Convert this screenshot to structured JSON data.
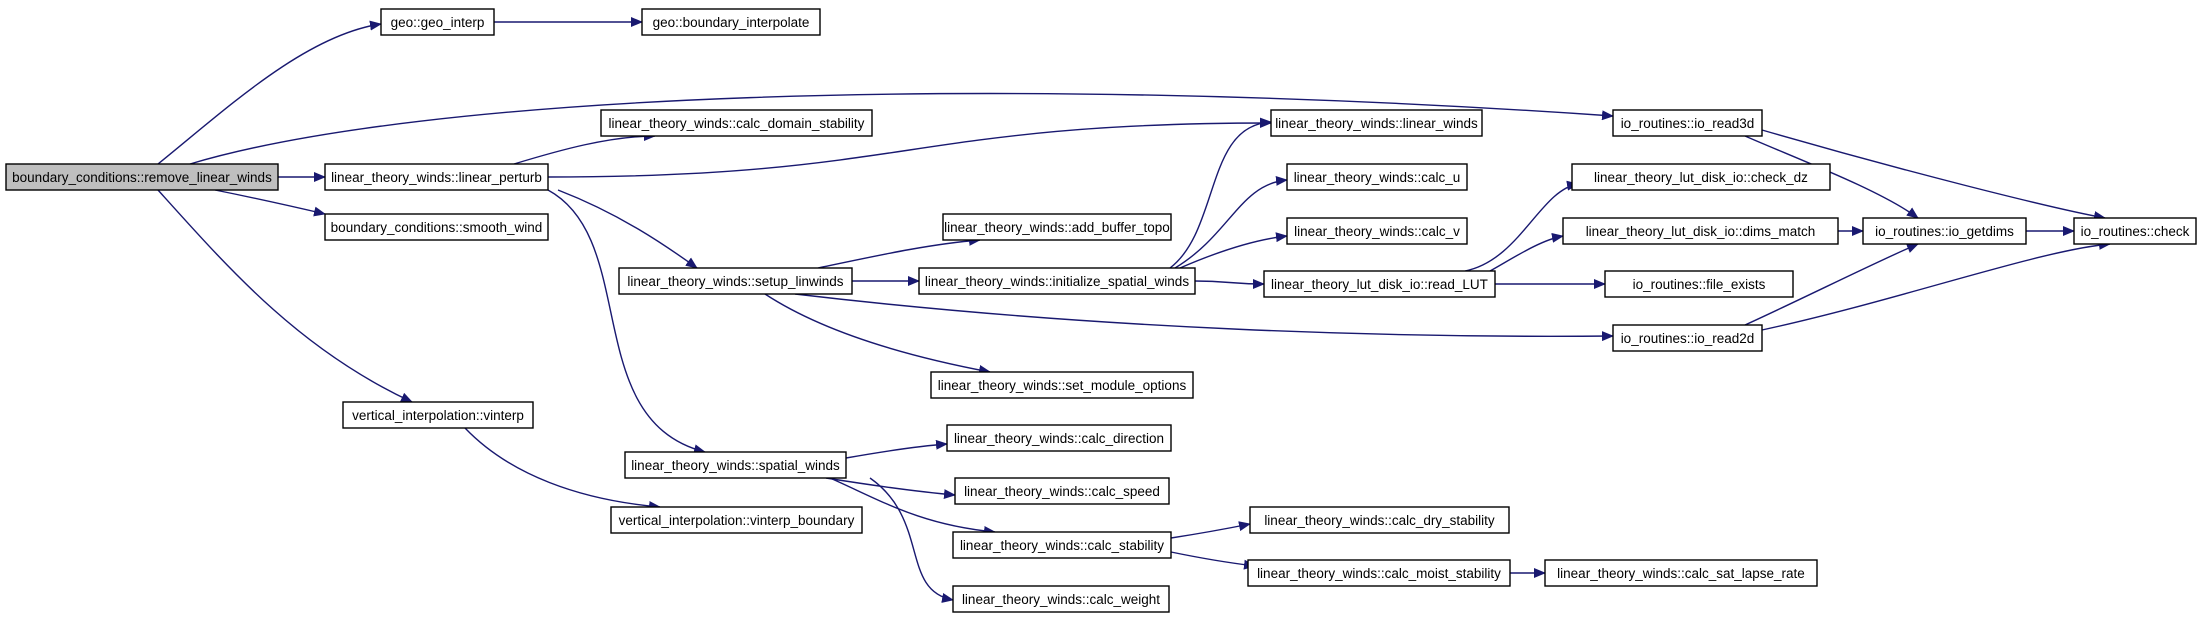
{
  "graph": {
    "colors": {
      "edge": "#191970",
      "node_fill": "#ffffff",
      "root_fill": "#bfbfbf",
      "node_border": "#000000"
    },
    "nodes": [
      {
        "id": "remove_linear_winds",
        "label": "boundary_conditions::remove_linear_winds",
        "root": true
      },
      {
        "id": "geo_interp",
        "label": "geo::geo_interp"
      },
      {
        "id": "boundary_interpolate",
        "label": "geo::boundary_interpolate"
      },
      {
        "id": "linear_perturb",
        "label": "linear_theory_winds::linear_perturb"
      },
      {
        "id": "calc_domain_stability",
        "label": "linear_theory_winds::calc_domain_stability"
      },
      {
        "id": "smooth_wind",
        "label": "boundary_conditions::smooth_wind"
      },
      {
        "id": "vinterp",
        "label": "vertical_interpolation::vinterp"
      },
      {
        "id": "vinterp_boundary",
        "label": "vertical_interpolation::vinterp_boundary"
      },
      {
        "id": "setup_linwinds",
        "label": "linear_theory_winds::setup_linwinds"
      },
      {
        "id": "spatial_winds",
        "label": "linear_theory_winds::spatial_winds"
      },
      {
        "id": "add_buffer_topo",
        "label": "linear_theory_winds::add_buffer_topo"
      },
      {
        "id": "initialize_spatial_winds",
        "label": "linear_theory_winds::initialize_spatial_winds"
      },
      {
        "id": "set_module_options",
        "label": "linear_theory_winds::set_module_options"
      },
      {
        "id": "calc_direction",
        "label": "linear_theory_winds::calc_direction"
      },
      {
        "id": "calc_speed",
        "label": "linear_theory_winds::calc_speed"
      },
      {
        "id": "calc_stability",
        "label": "linear_theory_winds::calc_stability"
      },
      {
        "id": "calc_weight",
        "label": "linear_theory_winds::calc_weight"
      },
      {
        "id": "linear_winds",
        "label": "linear_theory_winds::linear_winds"
      },
      {
        "id": "calc_u",
        "label": "linear_theory_winds::calc_u"
      },
      {
        "id": "calc_v",
        "label": "linear_theory_winds::calc_v"
      },
      {
        "id": "read_LUT",
        "label": "linear_theory_lut_disk_io::read_LUT"
      },
      {
        "id": "calc_dry_stability",
        "label": "linear_theory_winds::calc_dry_stability"
      },
      {
        "id": "calc_moist_stability",
        "label": "linear_theory_winds::calc_moist_stability"
      },
      {
        "id": "calc_sat_lapse_rate",
        "label": "linear_theory_winds::calc_sat_lapse_rate"
      },
      {
        "id": "check_dz",
        "label": "linear_theory_lut_disk_io::check_dz"
      },
      {
        "id": "dims_match",
        "label": "linear_theory_lut_disk_io::dims_match"
      },
      {
        "id": "file_exists",
        "label": "io_routines::file_exists"
      },
      {
        "id": "io_read3d",
        "label": "io_routines::io_read3d"
      },
      {
        "id": "io_read2d",
        "label": "io_routines::io_read2d"
      },
      {
        "id": "io_getdims",
        "label": "io_routines::io_getdims"
      },
      {
        "id": "check",
        "label": "io_routines::check"
      }
    ],
    "edges": [
      [
        "remove_linear_winds",
        "geo_interp"
      ],
      [
        "geo_interp",
        "boundary_interpolate"
      ],
      [
        "remove_linear_winds",
        "io_read3d"
      ],
      [
        "remove_linear_winds",
        "linear_perturb"
      ],
      [
        "remove_linear_winds",
        "smooth_wind"
      ],
      [
        "remove_linear_winds",
        "vinterp"
      ],
      [
        "linear_perturb",
        "calc_domain_stability"
      ],
      [
        "linear_perturb",
        "linear_winds"
      ],
      [
        "linear_perturb",
        "setup_linwinds"
      ],
      [
        "linear_perturb",
        "spatial_winds"
      ],
      [
        "vinterp",
        "vinterp_boundary"
      ],
      [
        "setup_linwinds",
        "add_buffer_topo"
      ],
      [
        "setup_linwinds",
        "initialize_spatial_winds"
      ],
      [
        "setup_linwinds",
        "io_read2d"
      ],
      [
        "setup_linwinds",
        "set_module_options"
      ],
      [
        "initialize_spatial_winds",
        "linear_winds"
      ],
      [
        "initialize_spatial_winds",
        "calc_u"
      ],
      [
        "initialize_spatial_winds",
        "calc_v"
      ],
      [
        "initialize_spatial_winds",
        "read_LUT"
      ],
      [
        "read_LUT",
        "check_dz"
      ],
      [
        "read_LUT",
        "dims_match"
      ],
      [
        "read_LUT",
        "file_exists"
      ],
      [
        "spatial_winds",
        "calc_direction"
      ],
      [
        "spatial_winds",
        "calc_speed"
      ],
      [
        "spatial_winds",
        "calc_stability"
      ],
      [
        "spatial_winds",
        "calc_weight"
      ],
      [
        "calc_stability",
        "calc_dry_stability"
      ],
      [
        "calc_stability",
        "calc_moist_stability"
      ],
      [
        "calc_moist_stability",
        "calc_sat_lapse_rate"
      ],
      [
        "dims_match",
        "io_getdims"
      ],
      [
        "io_read3d",
        "io_getdims"
      ],
      [
        "io_read3d",
        "check"
      ],
      [
        "io_read2d",
        "io_getdims"
      ],
      [
        "io_read2d",
        "check"
      ],
      [
        "io_getdims",
        "check"
      ]
    ]
  }
}
